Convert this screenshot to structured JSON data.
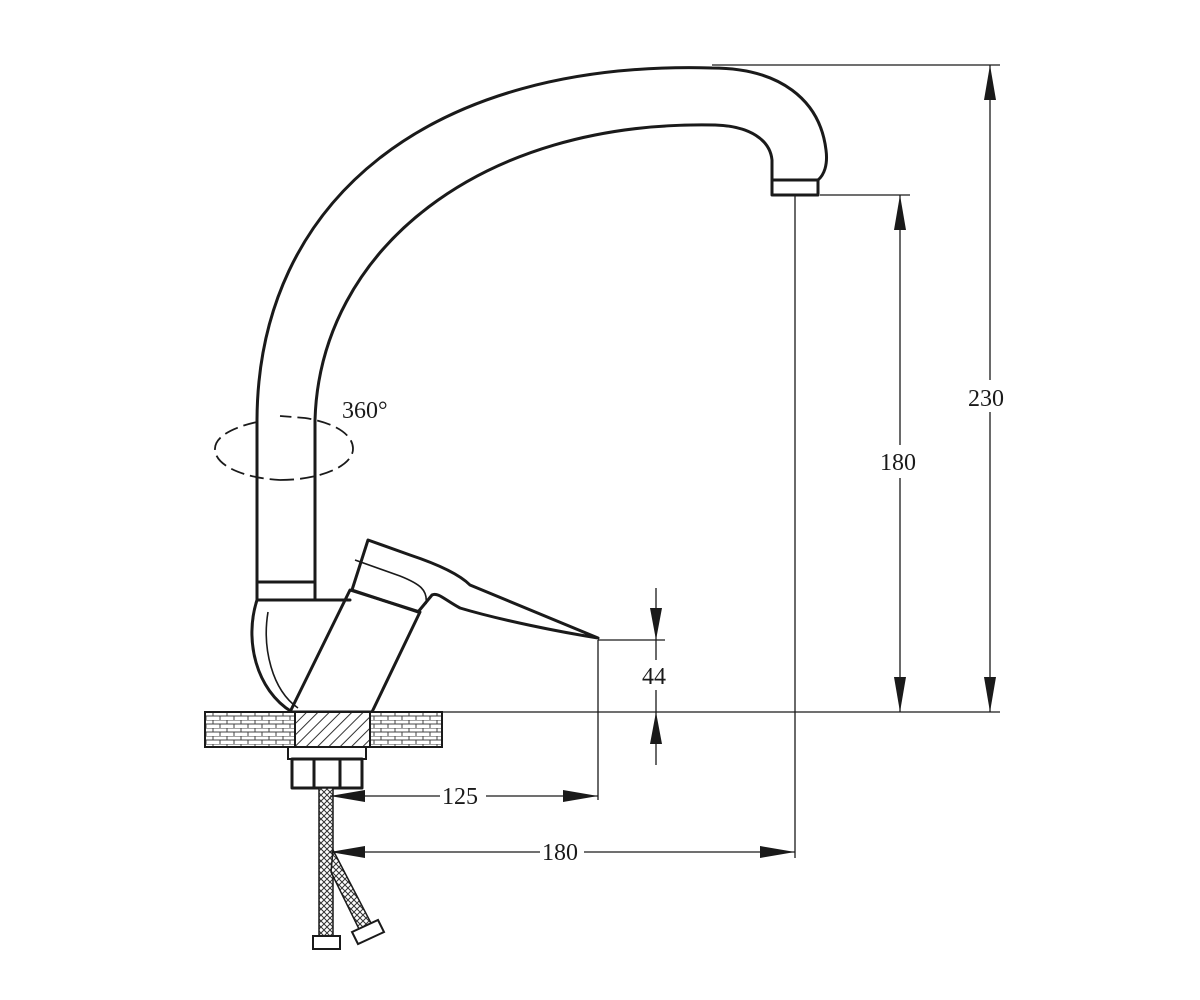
{
  "labels": {
    "rotation": "360°",
    "total_height": "230",
    "spout_height": "180",
    "lever_height": "44",
    "lever_reach": "125",
    "spout_reach": "180"
  }
}
